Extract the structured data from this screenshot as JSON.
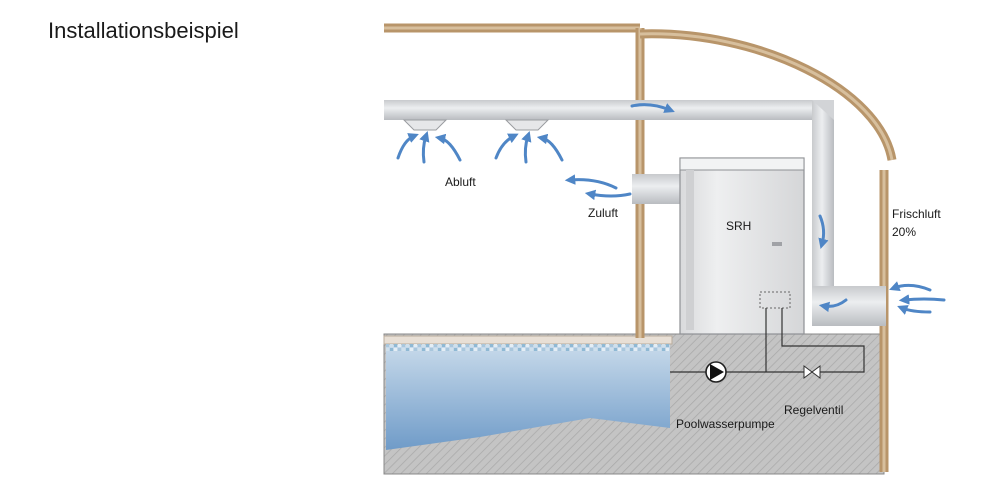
{
  "title": "Installationsbeispiel",
  "labels": {
    "abluft": "Abluft",
    "zuluft": "Zuluft",
    "unit": "SRH",
    "frischluft_line1": "Frischluft",
    "frischluft_line2": "20%",
    "regelventil": "Regelventil",
    "poolwasserpumpe": "Poolwasserpumpe"
  },
  "colors": {
    "wall": "#b8956a",
    "duct": "#d4d6d9",
    "unit": "#e3e4e6",
    "airflow_arrow": "#4f86c6",
    "water": "#8fb4d6",
    "floor": "#bfbfbf"
  }
}
